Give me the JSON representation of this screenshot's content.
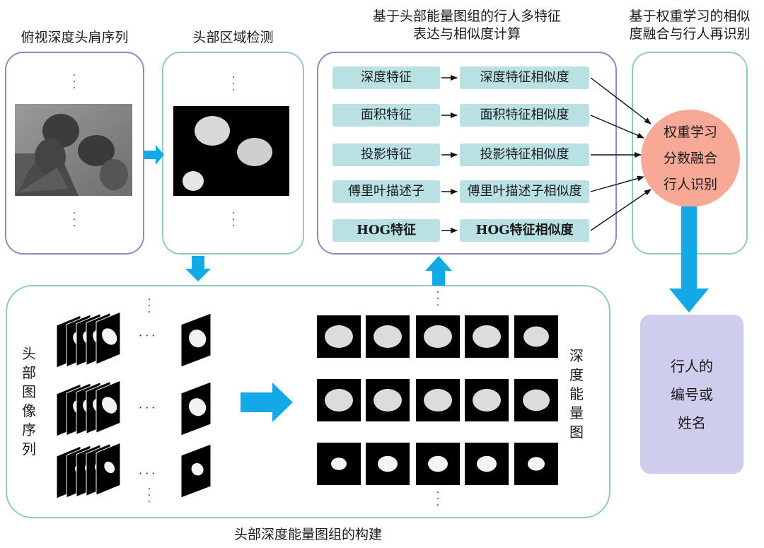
{
  "titles": {
    "depth_sequence": "俯视深度头肩序列",
    "head_detection": "头部区域检测",
    "features_line1": "基于头部能量图组的行人多特征",
    "features_line2": "表达与相似度计算",
    "fusion_line1": "基于权重学习的相似",
    "fusion_line2": "度融合与行人再识别",
    "construction": "头部深度能量图组的构建"
  },
  "features": [
    {
      "feature": "深度特征",
      "similarity": "深度特征相似度"
    },
    {
      "feature": "面积特征",
      "similarity": "面积特征相似度"
    },
    {
      "feature": "投影特征",
      "similarity": "投影特征相似度"
    },
    {
      "feature": "傅里叶描述子",
      "similarity": "傅里叶描述子相似度"
    },
    {
      "feature": "HOG特征",
      "similarity": "HOG特征相似度"
    }
  ],
  "fusion": {
    "line1": "权重学习",
    "line2": "分数融合",
    "line3": "行人识别"
  },
  "result": {
    "line1": "行人的",
    "line2": "编号或",
    "line3": "姓名"
  },
  "head_sequence_label": [
    "头",
    "部",
    "图",
    "像",
    "序",
    "列"
  ],
  "energy_map_label": [
    "深",
    "度",
    "能",
    "量",
    "图"
  ],
  "colors": {
    "arrow_blue": "#12a9e6",
    "purple_border": "#8f88c4",
    "teal_border": "#8fc9cc",
    "feature_box": "#b9e1e4",
    "fusion_circle": "#f7a995",
    "result_box": "#cfcdee"
  }
}
